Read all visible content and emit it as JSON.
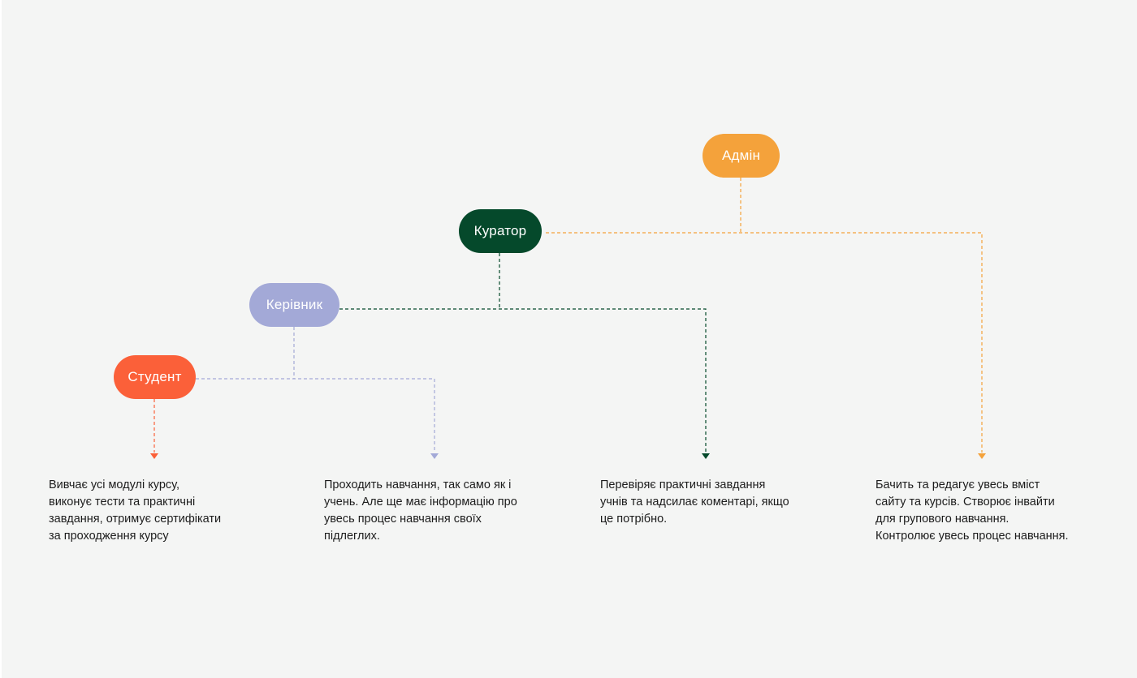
{
  "roles": [
    {
      "key": "admin",
      "label": "Адмін",
      "color": "#f4a23b",
      "description": "Бачить та редагує увесь вміст\nсайту та курсів. Створює інвайти\nдля групового навчання.\nКонтролює увесь процес навчання."
    },
    {
      "key": "curator",
      "label": "Куратор",
      "color": "#05492b",
      "description": "Перевіряє практичні завдання\nучнів та надсилає коментарі, якщо\nце потрібно."
    },
    {
      "key": "manager",
      "label": "Керівник",
      "color": "#a3a9d7",
      "description": "Проходить навчання, так само як і\nучень. Але ще має інформацію про\nувесь процес навчання своїх\nпідлеглих."
    },
    {
      "key": "student",
      "label": "Студент",
      "color": "#fb6039",
      "description": "Вивчає усі модулі курсу,\nвиконує тести та практичні\nзавдання, отримує сертифікати\nза проходження курсу"
    }
  ]
}
